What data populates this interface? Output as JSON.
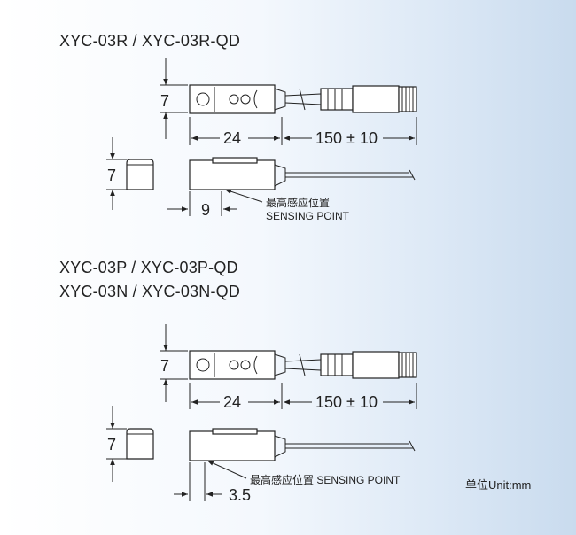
{
  "section1": {
    "title": "XYC-03R / XYC-03R-QD",
    "dim_height": "7",
    "dim_length": "24",
    "dim_cable": "150",
    "dim_tol_sign": "±",
    "dim_tol": "10",
    "dim_side_height": "7",
    "dim_sensing": "9",
    "sensing_cn": "最高感应位置",
    "sensing_en": "SENSING POINT"
  },
  "section2": {
    "title_line1": "XYC-03P / XYC-03P-QD",
    "title_line2": "XYC-03N / XYC-03N-QD",
    "dim_height": "7",
    "dim_length": "24",
    "dim_cable": "150",
    "dim_tol_sign": "±",
    "dim_tol": "10",
    "dim_side_height": "7",
    "dim_sensing": "3.5",
    "sensing_label": "最高感应位置 SENSING POINT"
  },
  "unit_label": "单位Unit:mm"
}
